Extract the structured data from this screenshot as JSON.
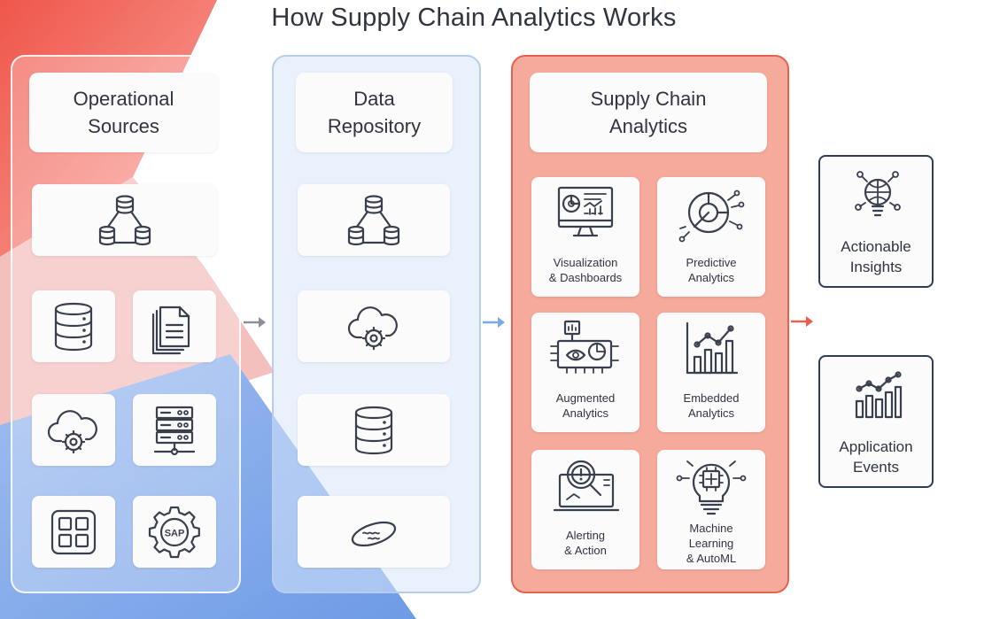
{
  "title": "How Supply Chain Analytics Works",
  "colors": {
    "red_accent": "#e8604e",
    "blue_accent": "#7fa8e6",
    "gray_arrow": "#8a8f98",
    "salmon_panel": "#f6aa9b",
    "navy_outline": "#2f3c58"
  },
  "columns": {
    "sources": {
      "header": "Operational\nSources",
      "icons": [
        "database-hierarchy-icon",
        "database-server-icon",
        "documents-icon",
        "cloud-gear-icon",
        "server-rack-icon",
        "app-grid-icon",
        "sap-gear-icon"
      ]
    },
    "repository": {
      "header": "Data\nRepository",
      "icons": [
        "database-hierarchy-icon",
        "cloud-gear-icon",
        "database-server-icon",
        "data-lake-icon"
      ]
    },
    "analytics": {
      "header": "Supply Chain\nAnalytics",
      "items": [
        {
          "label": "Visualization\n& Dashboards",
          "icon": "dashboard-monitor-icon"
        },
        {
          "label": "Predictive\nAnalytics",
          "icon": "predictive-chart-icon"
        },
        {
          "label": "Augmented\nAnalytics",
          "icon": "augmented-analytics-icon"
        },
        {
          "label": "Embedded\nAnalytics",
          "icon": "embedded-chart-icon"
        },
        {
          "label": "Alerting\n& Action",
          "icon": "alert-search-icon"
        },
        {
          "label": "Machine\nLearning\n& AutoML",
          "icon": "ml-lightbulb-icon"
        }
      ]
    }
  },
  "outputs": [
    {
      "label": "Actionable\nInsights",
      "icon": "insight-bulb-icon"
    },
    {
      "label": "Application\nEvents",
      "icon": "bar-line-chart-icon"
    }
  ]
}
